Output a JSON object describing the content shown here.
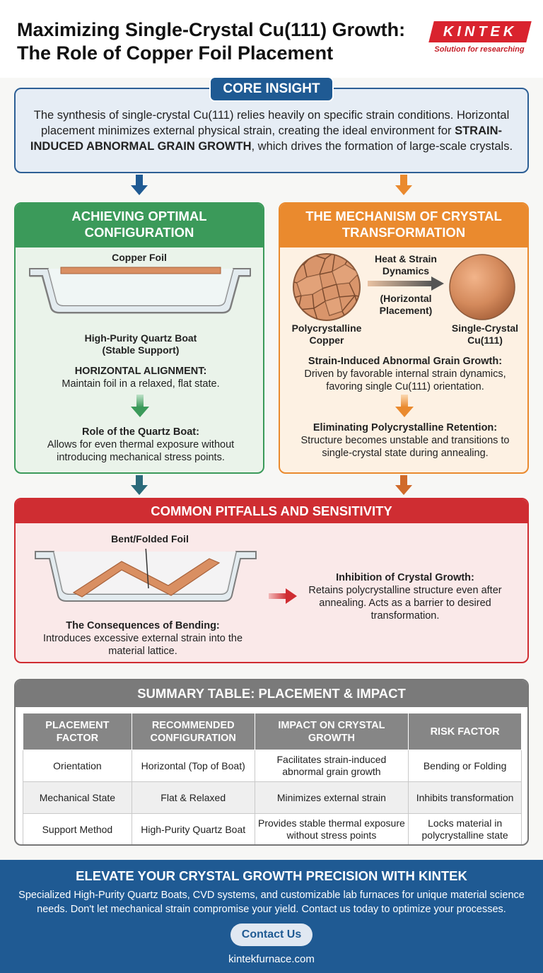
{
  "header": {
    "title_line1": "Maximizing Single-Crystal Cu(111) Growth:",
    "title_line2": "The Role of Copper Foil Placement",
    "logo_text": "KINTEK",
    "logo_tagline": "Solution for researching"
  },
  "core": {
    "badge": "CORE INSIGHT",
    "text_before": "The synthesis of single-crystal Cu(111) relies heavily on specific strain conditions. Horizontal placement minimizes external physical strain, creating the ideal environment for ",
    "text_bold": "STRAIN-INDUCED ABNORMAL GRAIN GROWTH",
    "text_after": ", which drives the formation of large-scale crystals."
  },
  "config": {
    "title": "ACHIEVING OPTIMAL CONFIGURATION",
    "foil_label": "Copper Foil",
    "boat_label_1": "High-Purity Quartz Boat",
    "boat_label_2": "(Stable Support)",
    "align_head": "HORIZONTAL ALIGNMENT:",
    "align_text": "Maintain foil in a relaxed, flat state.",
    "boat_role_head": "Role of the Quartz Boat:",
    "boat_role_text": "Allows for even thermal exposure without introducing mechanical stress points."
  },
  "mechanism": {
    "title": "THE MECHANISM OF CRYSTAL TRANSFORMATION",
    "arrow_label_1": "Heat & Strain Dynamics",
    "arrow_label_2": "(Horizontal Placement)",
    "poly_label": "Polycrystalline Copper",
    "single_label": "Single-Crystal Cu(111)",
    "abnormal_head": "Strain-Induced Abnormal Grain Growth:",
    "abnormal_text": "Driven by favorable internal strain dynamics, favoring single Cu(111) orientation.",
    "elim_head": "Eliminating Polycrystalline Retention:",
    "elim_text": "Structure becomes unstable and transitions to single-crystal state during annealing."
  },
  "pitfalls": {
    "title": "COMMON PITFALLS AND SENSITIVITY",
    "bent_label": "Bent/Folded Foil",
    "bending_head": "The Consequences of Bending:",
    "bending_text": "Introduces excessive external strain into the material lattice.",
    "inhibit_head": "Inhibition of Crystal Growth:",
    "inhibit_text": "Retains polycrystalline structure even after annealing. Acts as a barrier to desired transformation."
  },
  "summary": {
    "title": "SUMMARY TABLE: PLACEMENT & IMPACT",
    "headers": [
      "PLACEMENT FACTOR",
      "RECOMMENDED CONFIGURATION",
      "IMPACT ON CRYSTAL GROWTH",
      "RISK FACTOR"
    ],
    "rows": [
      [
        "Orientation",
        "Horizontal (Top of Boat)",
        "Facilitates strain-induced abnormal grain growth",
        "Bending or Folding"
      ],
      [
        "Mechanical State",
        "Flat & Relaxed",
        "Minimizes external strain",
        "Inhibits transformation"
      ],
      [
        "Support Method",
        "High-Purity Quartz Boat",
        "Provides stable thermal exposure without stress points",
        "Locks material in polycrystalline state"
      ]
    ]
  },
  "footer": {
    "title": "ELEVATE YOUR CRYSTAL GROWTH PRECISION WITH KINTEK",
    "text": "Specialized High-Purity Quartz Boats, CVD systems, and customizable lab furnaces for unique material science needs. Don't let mechanical strain compromise your yield. Contact us today to optimize your processes.",
    "cta": "Contact Us",
    "site": "kintekfurnace.com"
  },
  "colors": {
    "blue": "#1f5a93",
    "green": "#3b9a5a",
    "orange": "#ea8a2e",
    "red": "#cf2d32",
    "copper": "#d98f62"
  }
}
